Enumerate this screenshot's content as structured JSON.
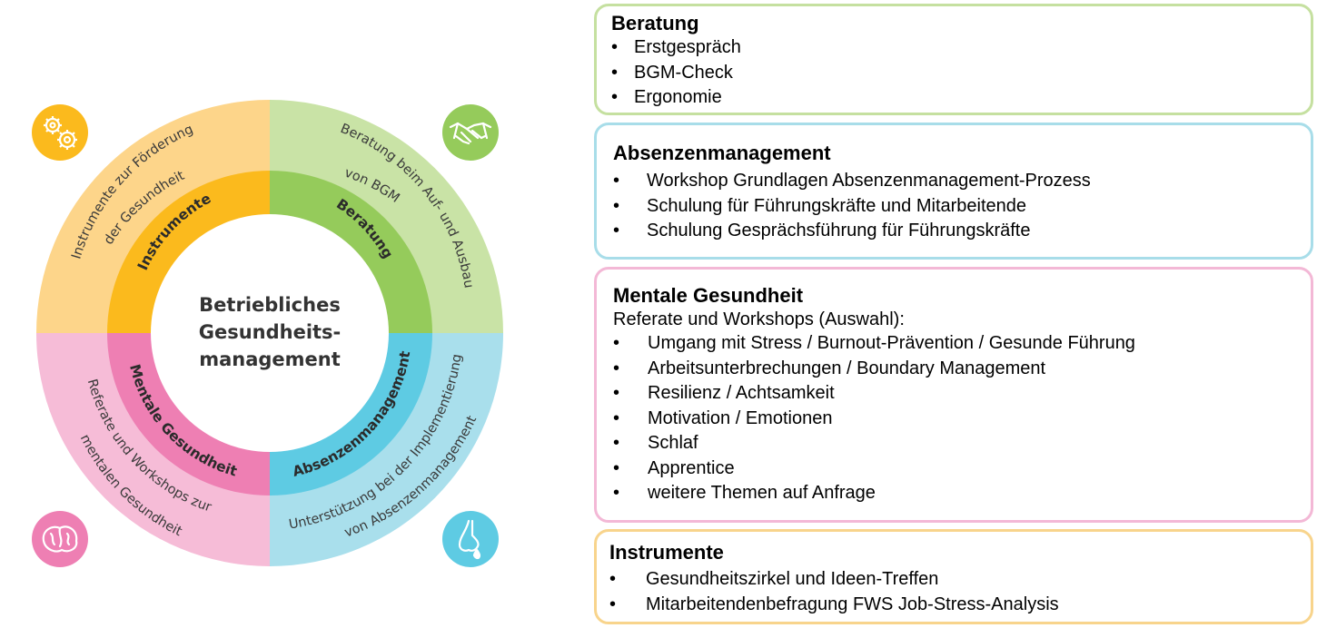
{
  "diagram": {
    "center": {
      "line1": "Betriebliches",
      "line2": "Gesundheits-",
      "line3": "management"
    },
    "inner_labels": {
      "instrumente": "Instrumente",
      "beratung": "Beratung",
      "mentale": "Mentale Gesundheit",
      "absenz": "Absenzenmanagement"
    },
    "outer_labels": {
      "instrumente_1": "Instrumente zur Förderung",
      "instrumente_2": "der Gesundheit",
      "beratung_1": "Beratung beim Auf- und Ausbau",
      "beratung_2": "von BGM",
      "mentale_1": "Referate und Workshops zur",
      "mentale_2": "mentalen Gesundheit",
      "absenz_1": "Unterstützung bei der Implementierung",
      "absenz_2": "von Absenzenmanagement"
    },
    "icons": [
      "gears-icon",
      "handshake-icon",
      "brain-icon",
      "nose-icon"
    ],
    "colors": {
      "orange_outer": "#fdd58a",
      "orange_inner": "#fbba1d",
      "green_outer": "#c9e3a6",
      "green_inner": "#95cb5b",
      "pink_outer": "#f6bcd7",
      "pink_inner": "#ee7fb3",
      "blue_outer": "#a9dfec",
      "blue_inner": "#5ecbe3"
    }
  },
  "boxes": {
    "beratung": {
      "title": "Beratung",
      "bullet": "•",
      "items": [
        "Erstgespräch",
        "BGM-Check",
        "Ergonomie"
      ]
    },
    "absenz": {
      "title": "Absenzenmanagement",
      "bullet": "•",
      "items": [
        "Workshop Grundlagen Absenzenmanagement-Prozess",
        "Schulung für Führungskräfte und Mitarbeitende",
        "Schulung Gesprächsführung für Führungskräfte"
      ]
    },
    "mental": {
      "title": "Mentale Gesundheit",
      "intro": "Referate und Workshops (Auswahl):",
      "bullet": "•",
      "items": [
        "Umgang mit Stress / Burnout-Prävention / Gesunde Führung",
        "Arbeitsunterbrechungen / Boundary Management",
        "Resilienz / Achtsamkeit",
        "Motivation / Emotionen",
        "Schlaf",
        "Apprentice",
        "weitere Themen auf Anfrage"
      ]
    },
    "instr": {
      "title": "Instrumente",
      "bullet": "•",
      "items": [
        "Gesundheitszirkel und Ideen-Treffen",
        "Mitarbeitendenbefragung FWS Job-Stress-Analysis"
      ]
    }
  }
}
